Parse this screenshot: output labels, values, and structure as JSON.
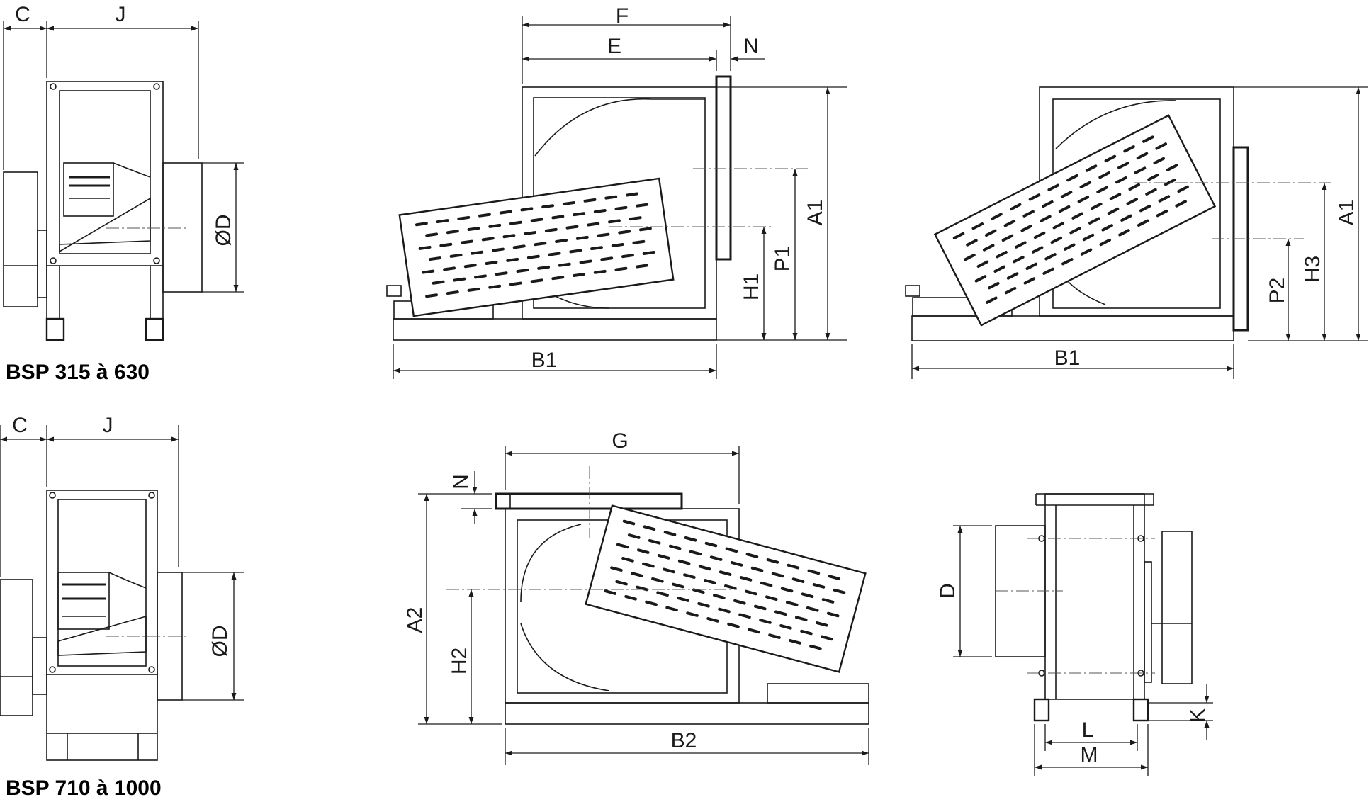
{
  "captions": {
    "small_range": "BSP 315 à 630",
    "large_range": "BSP 710 à 1000"
  },
  "dimensions": {
    "c1": "C",
    "j1": "J",
    "d1": "ØD",
    "f": "F",
    "e": "E",
    "n1": "N",
    "a1_left": "A1",
    "p1": "P1",
    "h1": "H1",
    "b1_left": "B1",
    "a1_right": "A1",
    "h3": "H3",
    "p2": "P2",
    "b1_right": "B1",
    "c2": "C",
    "j2": "J",
    "d2": "ØD",
    "g": "G",
    "n2": "N",
    "a2": "A2",
    "h2": "H2",
    "b2": "B2",
    "d3": "D",
    "k": "K",
    "l": "L",
    "m": "M"
  }
}
